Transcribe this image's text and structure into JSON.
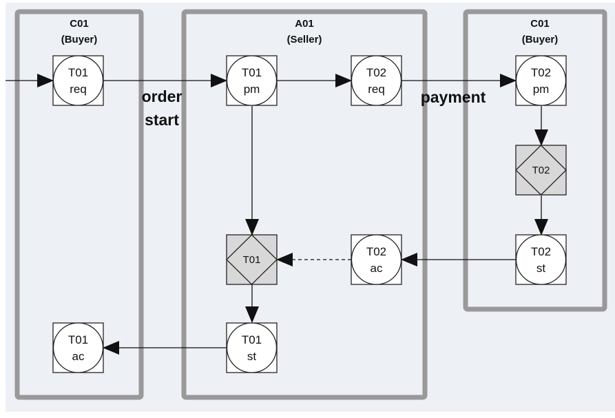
{
  "colors": {
    "background": "#edf0f5",
    "lane_border": "#999999",
    "box_fill": "#ffffff",
    "box_border": "#222222",
    "diamond_box_fill": "#d8d8d8",
    "arrow": "#111111"
  },
  "lanes": [
    {
      "title": "C01",
      "subtitle": "(Buyer)"
    },
    {
      "title": "A01",
      "subtitle": "(Seller)"
    },
    {
      "title": "C01",
      "subtitle": "(Buyer)"
    }
  ],
  "nodes": {
    "c01_t01_req": {
      "line1": "T01",
      "line2": "req"
    },
    "c01_t01_ac": {
      "line1": "T01",
      "line2": "ac"
    },
    "a01_t01_pm": {
      "line1": "T01",
      "line2": "pm"
    },
    "a01_t02_req": {
      "line1": "T02",
      "line2": "req"
    },
    "a01_t01_decision": {
      "label": "T01"
    },
    "a01_t02_ac": {
      "line1": "T02",
      "line2": "ac"
    },
    "a01_t01_st": {
      "line1": "T01",
      "line2": "st"
    },
    "c01b_t02_pm": {
      "line1": "T02",
      "line2": "pm"
    },
    "c01b_t02_decision": {
      "label": "T02"
    },
    "c01b_t02_st": {
      "line1": "T02",
      "line2": "st"
    }
  },
  "flow_labels": {
    "order_line1": "order",
    "order_line2": "start",
    "payment": "payment"
  }
}
